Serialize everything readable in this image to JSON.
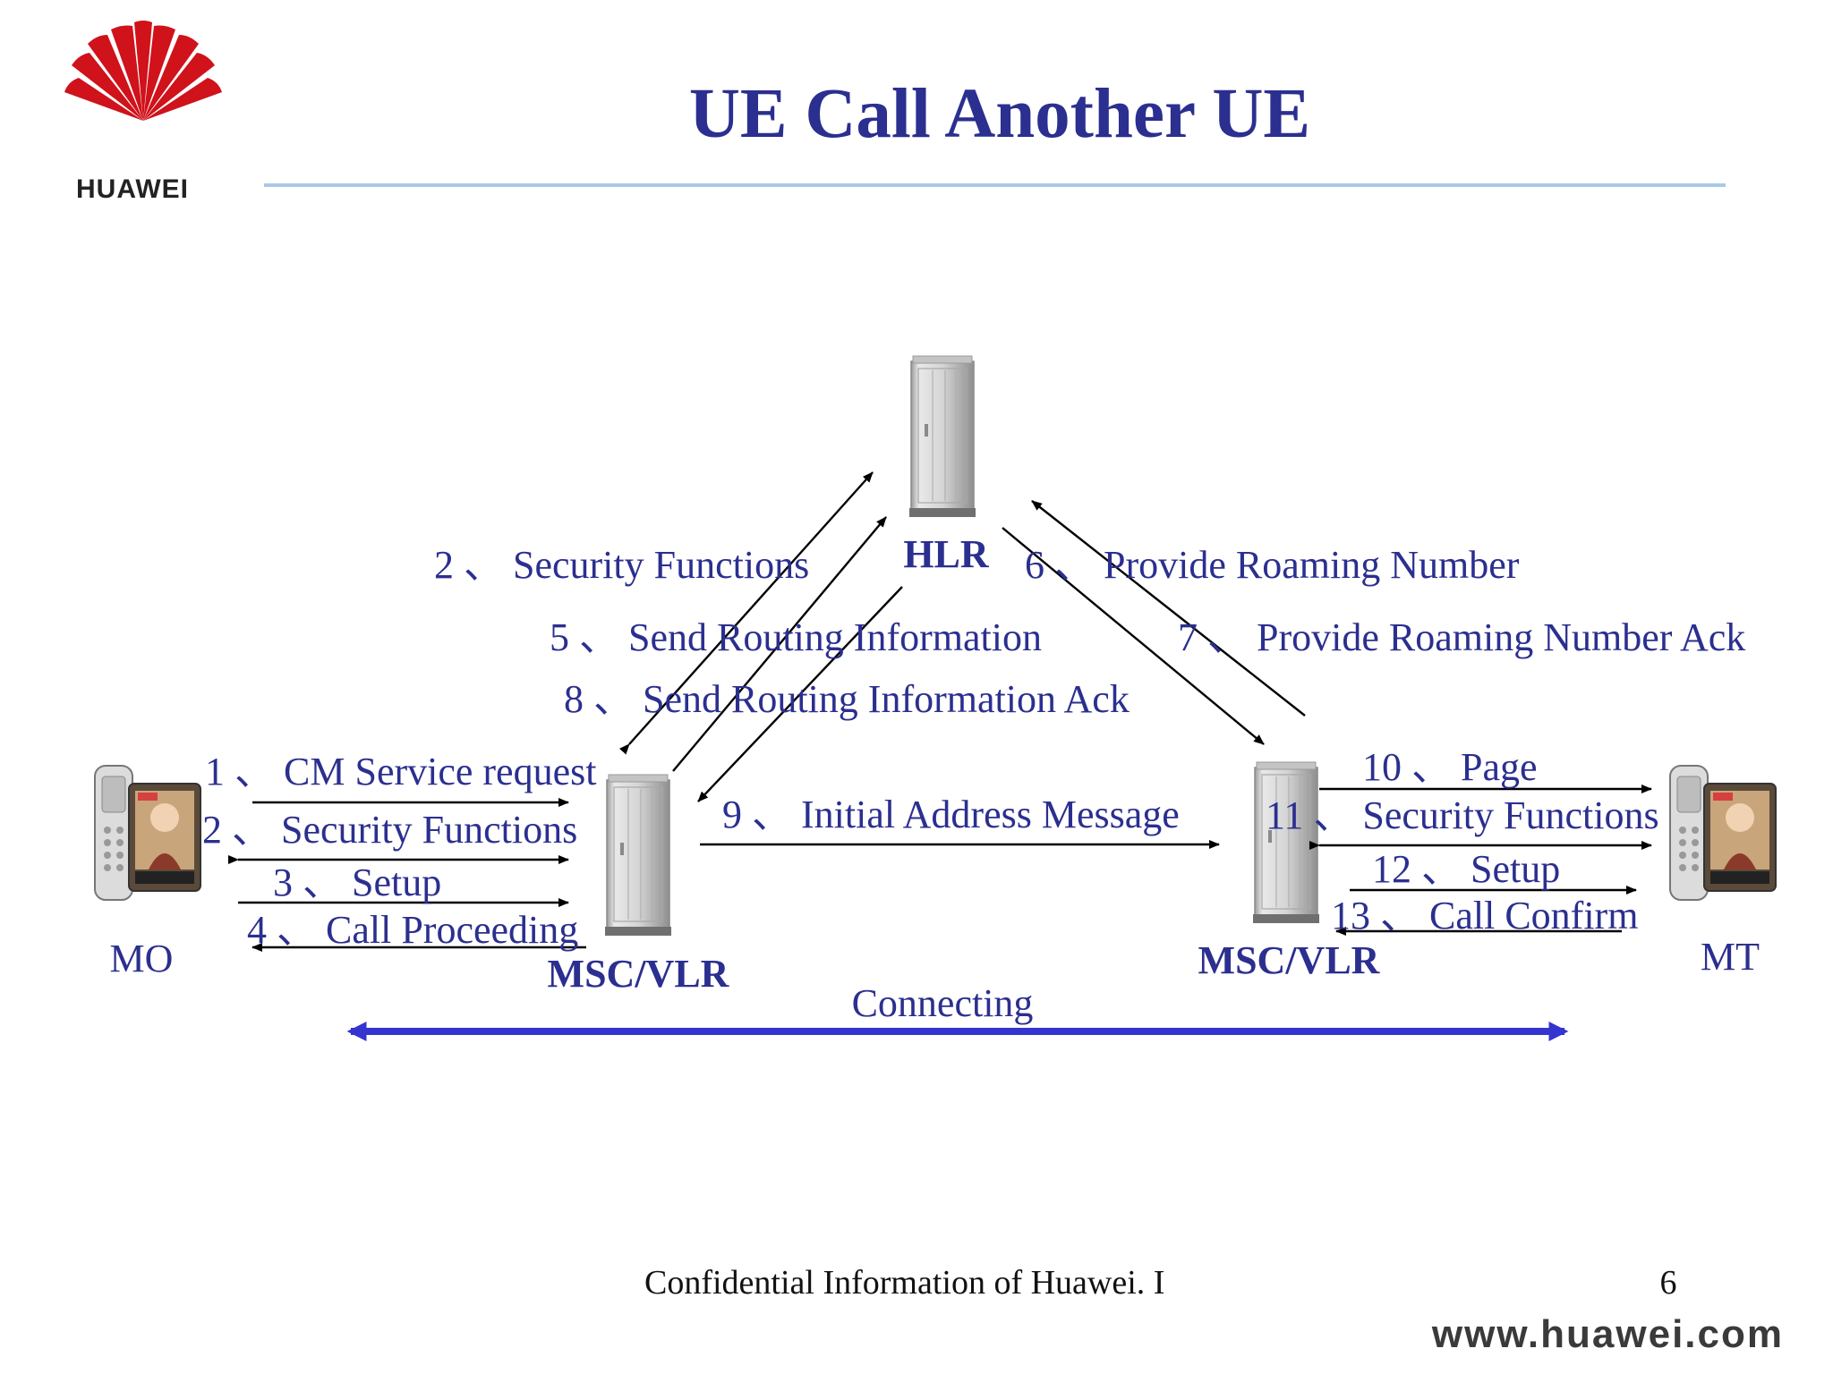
{
  "logo": {
    "word": "HUAWEI",
    "color": "#d0121b"
  },
  "title": "UE Call Another UE",
  "colors": {
    "accent": "#2b2f8f",
    "connecting_arrow": "#3434d0",
    "rule": "#a9c8e8"
  },
  "nodes": {
    "hlr": "HLR",
    "msc_left": "MSC/VLR",
    "msc_right": "MSC/VLR",
    "mo": "MO",
    "mt": "MT"
  },
  "messages": {
    "m1": "1 、 CM Service request",
    "m2_left": "2 、 Security Functions",
    "m3": "3 、 Setup",
    "m4": "4 、 Call Proceeding",
    "m2_hlr": "2 、 Security Functions",
    "m5": "5 、 Send Routing Information",
    "m8": "8 、 Send Routing Information Ack",
    "m6": "6 、 Provide Roaming Number",
    "m7": "7 、 Provide Roaming Number Ack",
    "m9": "9 、 Initial Address Message",
    "m10": "10 、 Page",
    "m11": "11 、 Security Functions",
    "m12": "12 、 Setup",
    "m13": "13 、 Call  Confirm"
  },
  "connecting": "Connecting",
  "footer": {
    "confidential": "Confidential Information of Huawei. I",
    "page": "6",
    "url": "www.huawei.com"
  },
  "icons": [
    "huawei-logo-icon",
    "server-cabinet-icon",
    "mobile-phone-icon"
  ]
}
